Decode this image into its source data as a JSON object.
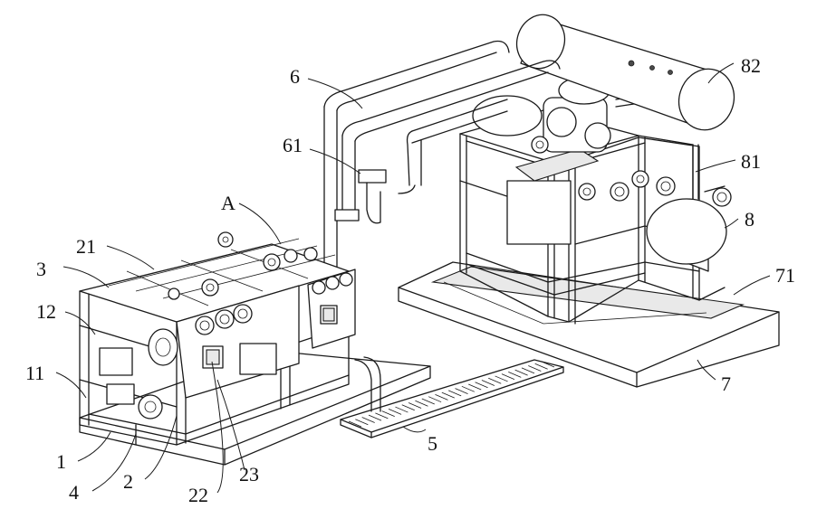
{
  "labels": {
    "l1": "1",
    "l2": "2",
    "l3": "3",
    "l4": "4",
    "l5": "5",
    "l6": "6",
    "l7": "7",
    "l8": "8",
    "l11": "11",
    "l12": "12",
    "l21": "21",
    "l22": "22",
    "l23": "23",
    "l61": "61",
    "l71": "71",
    "l81": "81",
    "l82": "82",
    "lA": "A"
  }
}
